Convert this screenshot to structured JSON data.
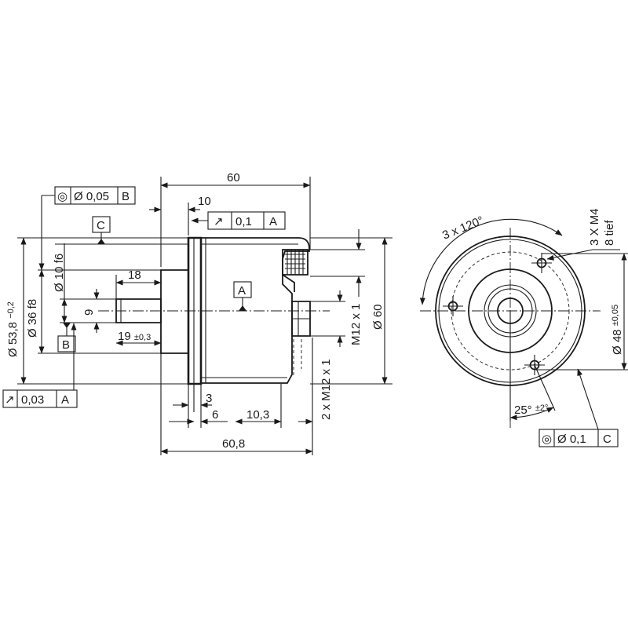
{
  "side_view": {
    "dim_length_total": "60",
    "dim_flange": "10",
    "dim_shaft_length": "18",
    "dim_shaft_dia": "9",
    "dim_shaft_tol": "19",
    "dim_shaft_tol_value": "±0,3",
    "dim_flange_dia": "Ø 53,8",
    "dim_flange_dia_tol": "−0,2",
    "dim_spigot_dia": "Ø 36 f8",
    "dim_shaft_fit": "Ø 10 f6",
    "dim_thread": "M12 x 1",
    "dim_thread_2": "2 x M12 x 1",
    "dim_body_dia": "Ø 60",
    "dim_3": "3",
    "dim_6": "6",
    "dim_10_3": "10,3",
    "dim_length_overall": "60,8",
    "datum_a": "A",
    "datum_b": "B",
    "datum_c": "C",
    "fcf_top": {
      "symbol": "◎",
      "value": "Ø 0,05",
      "datum": "B"
    },
    "fcf_runout_top": {
      "symbol": "↗",
      "value": "0,1",
      "datum": "A"
    },
    "fcf_runout_bottom": {
      "symbol": "↗",
      "value": "0,03",
      "datum": "A"
    }
  },
  "front_view": {
    "angle_holes": "3 x 120°",
    "thread_holes": "3 X M4",
    "thread_depth": "8 tief",
    "bolt_circle": "Ø 48",
    "bolt_circle_tol": "±0,05",
    "angle_offset": "25°",
    "angle_offset_tol": "±2°",
    "fcf_bottom": {
      "symbol": "◎",
      "value": "Ø 0,1",
      "datum": "C"
    }
  }
}
